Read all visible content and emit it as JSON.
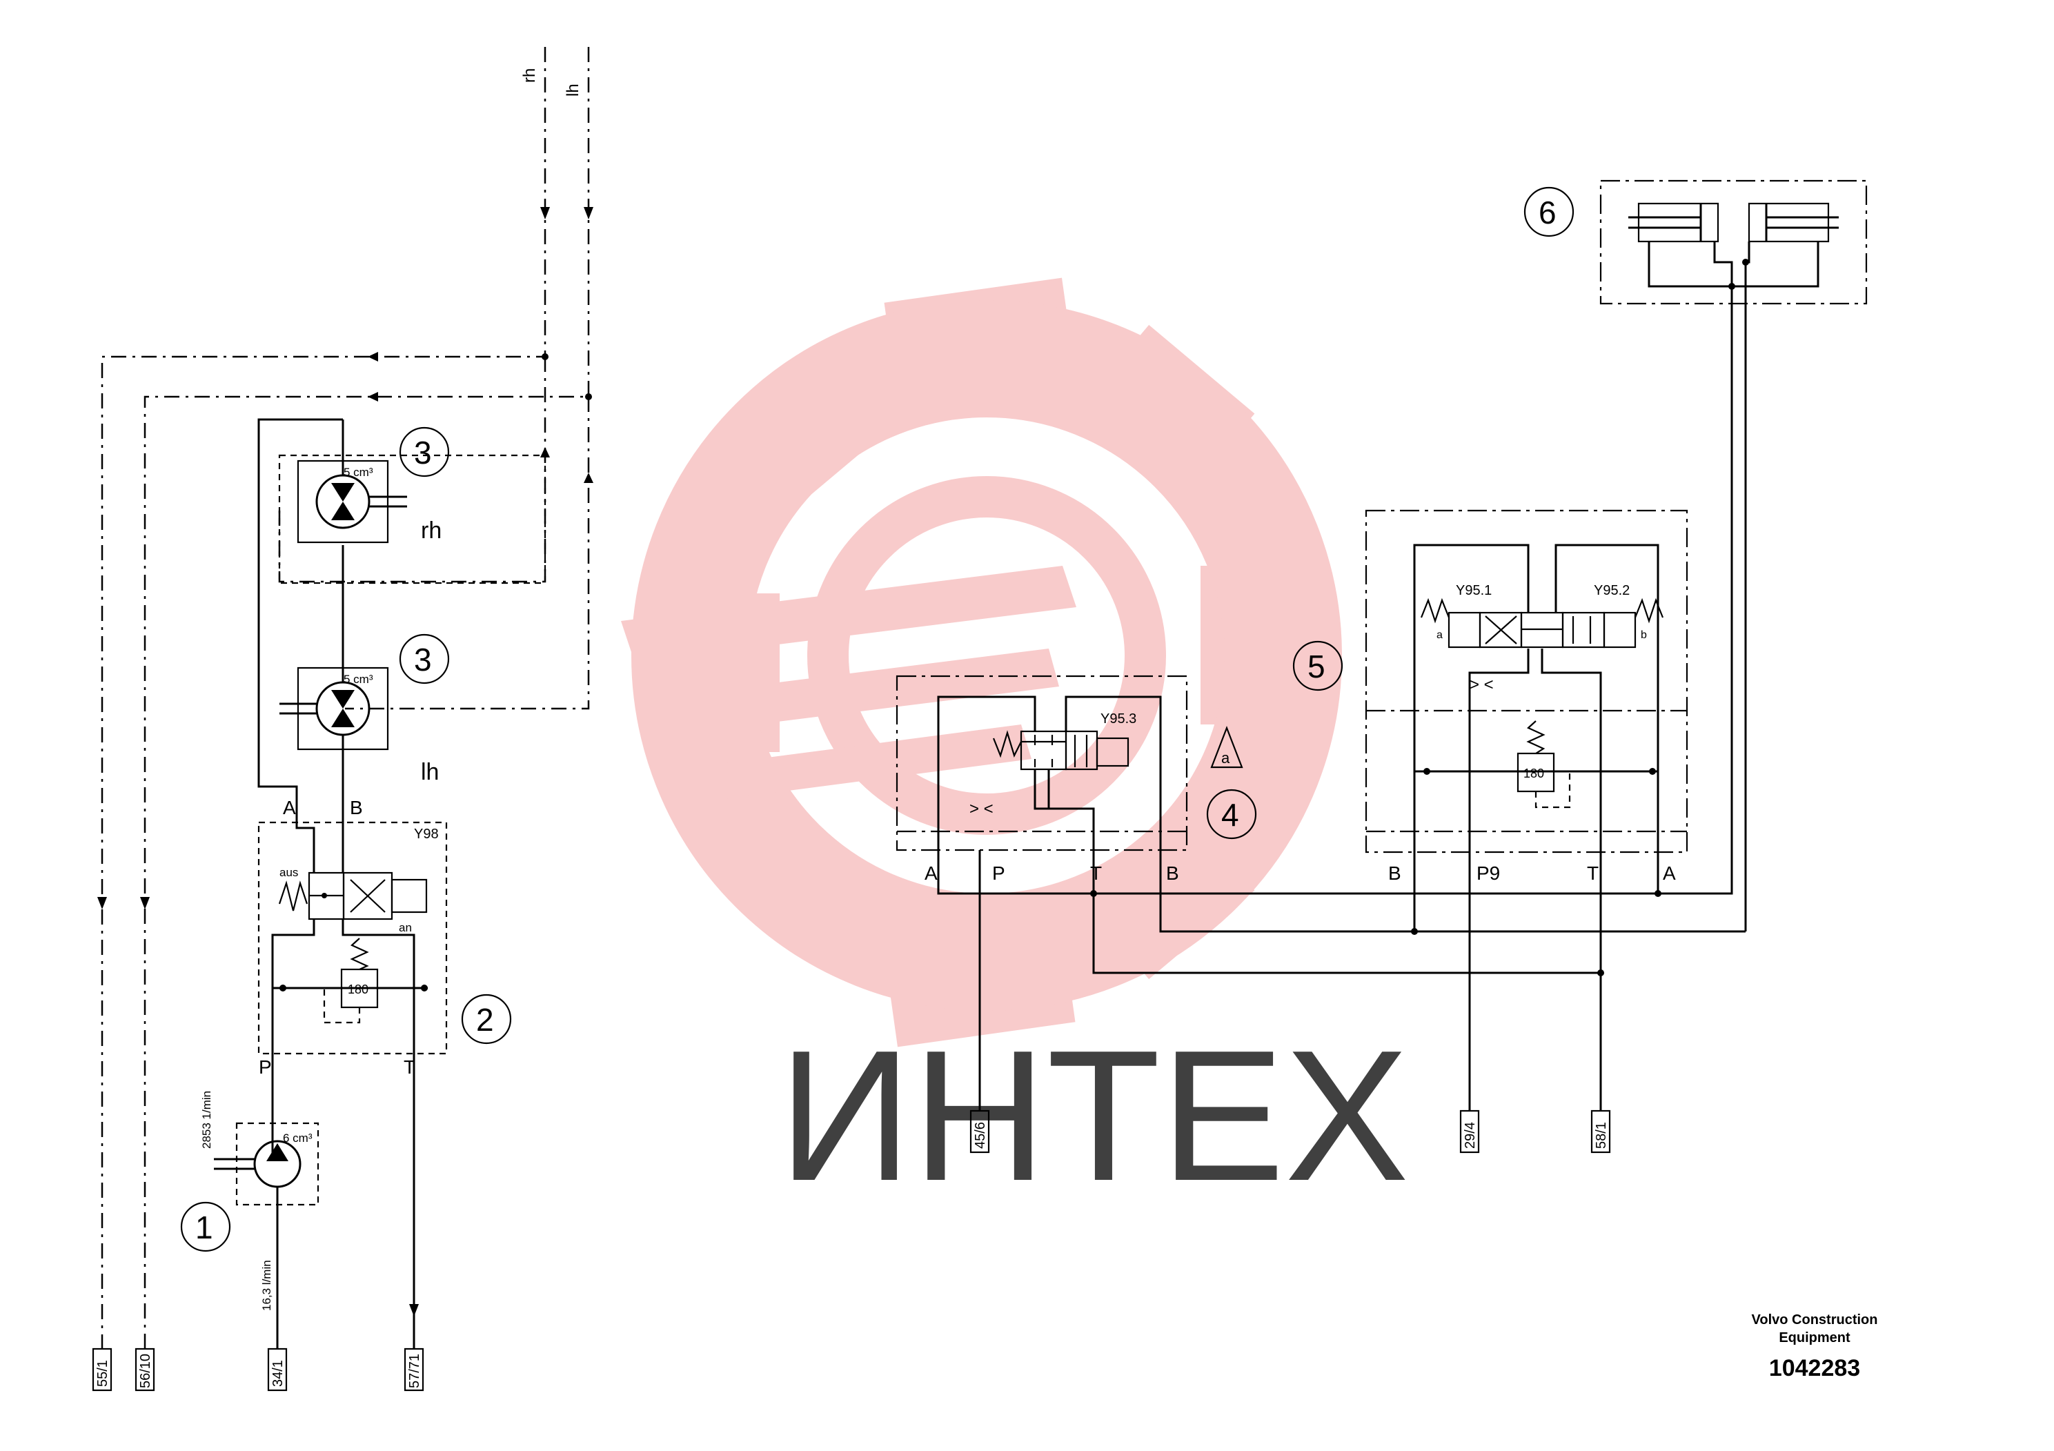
{
  "items": {
    "n1": "1",
    "n2": "2",
    "n3a": "3",
    "n3b": "3",
    "n4": "4",
    "n5": "5",
    "n6": "6",
    "triangle": "a"
  },
  "ports": {
    "sys1_A": "A",
    "sys1_B": "B",
    "sys1_P": "P",
    "sys1_T": "T",
    "v4_A": "A",
    "v4_P": "P",
    "v4_T": "T",
    "v4_B": "B",
    "v5_B": "B",
    "v5_P9": "P9",
    "v5_T": "T",
    "v5_A": "A"
  },
  "lines": {
    "rh_top": "rh",
    "lh_top": "lh"
  },
  "motors": {
    "rh": {
      "label": "rh",
      "displacement": "5 cm³"
    },
    "lh": {
      "label": "lh",
      "displacement": "5 cm³"
    }
  },
  "pump": {
    "displacement": "6 cm³",
    "speed": "2853 1/min",
    "flow": "16,3 l/min"
  },
  "valves": {
    "y98": "Y98",
    "y98_off": "aus",
    "y98_on": "an",
    "y953": "Y95.3",
    "y951": "Y95.1",
    "y952": "Y95.2",
    "y95_a": "a",
    "y95_b": "b",
    "relief": "180",
    "relief5": "180",
    "check4": "> <",
    "check5": "> <"
  },
  "refs": {
    "r551": "55/1",
    "r5610": "56/10",
    "r341": "34/1",
    "r5771": "57/71",
    "r456": "45/6",
    "r294": "29/4",
    "r581": "58/1"
  },
  "watermark": {
    "text": "ИНТЕХ",
    "color": "#f2b5b5",
    "text_color": "#d9d9d9"
  },
  "footer": {
    "brand_line1": "Volvo Construction",
    "brand_line2": "Equipment",
    "doc_number": "1042283"
  }
}
